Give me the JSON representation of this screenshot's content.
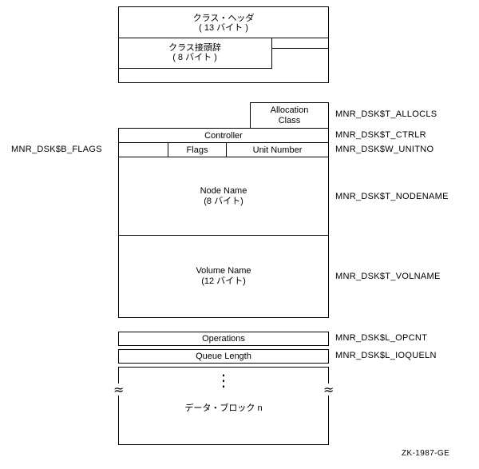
{
  "meta": {
    "ink_color": "#000000",
    "paper_color": "#ffffff"
  },
  "figure": {
    "class_header": {
      "line1": "クラス・ヘッダ",
      "line2": "( 13 バイト )"
    },
    "class_prefix": {
      "line1": "クラス接頭辞",
      "line2": "( 8 バイト )"
    },
    "allocation_class": {
      "line1": "Allocation",
      "line2": "Class",
      "label": "MNR_DSK$T_ALLOCLS"
    },
    "controller": {
      "text": "Controller",
      "label": "MNR_DSK$T_CTRLR"
    },
    "flags": {
      "text": "Flags",
      "label": "MNR_DSK$B_FLAGS"
    },
    "unit_number": {
      "text": "Unit Number",
      "label": "MNR_DSK$W_UNITNO"
    },
    "node_name": {
      "line1": "Node Name",
      "line2": "(8 バイト)",
      "label": "MNR_DSK$T_NODENAME"
    },
    "volume_name": {
      "line1": "Volume Name",
      "line2": "(12 バイト)",
      "label": "MNR_DSK$T_VOLNAME"
    },
    "operations": {
      "text": "Operations",
      "label": "MNR_DSK$L_OPCNT"
    },
    "queue_length": {
      "text": "Queue Length",
      "label": "MNR_DSK$L_IOQUELN"
    },
    "data_block": {
      "text": "データ・ブロック n",
      "ellipsis": "⋮",
      "break_mark": "≈"
    },
    "figure_id": "ZK-1987-GE"
  }
}
